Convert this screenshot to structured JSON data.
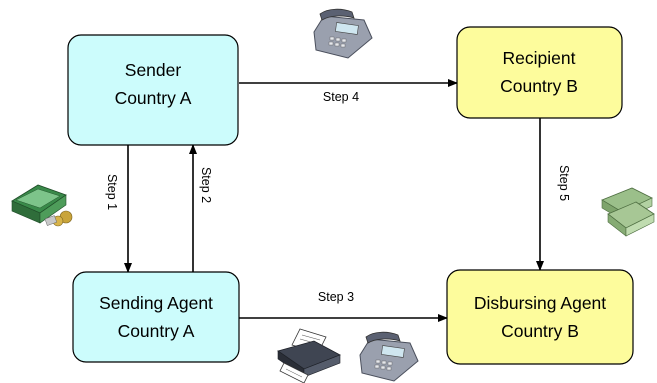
{
  "nodes": {
    "sender": {
      "line1": "Sender",
      "line2": "Country A",
      "fill": "#ccfcfc"
    },
    "recipient": {
      "line1": "Recipient",
      "line2": "Country B",
      "fill": "#fdfc9c"
    },
    "sending_agent": {
      "line1": "Sending Agent",
      "line2": "Country A",
      "fill": "#ccfcfc"
    },
    "disbursing_agent": {
      "line1": "Disbursing Agent",
      "line2": "Country B",
      "fill": "#fdfc9c"
    }
  },
  "steps": {
    "step1": "Step 1",
    "step2": "Step 2",
    "step3": "Step 3",
    "step4": "Step 4",
    "step5": "Step 5"
  },
  "icons": [
    "telephone-icon",
    "cash-stack-icon",
    "banknotes-icon",
    "fax-machine-icon"
  ]
}
